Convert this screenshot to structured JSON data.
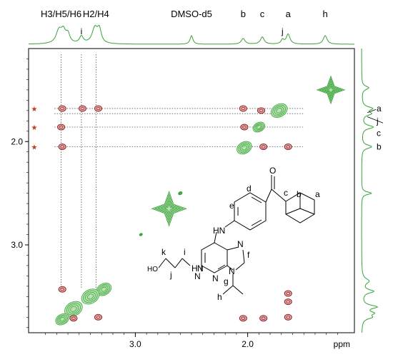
{
  "chart_data": {
    "type": "scatter",
    "subtype": "2D NMR contour (ROESY/NOESY) with 1D projections",
    "x_unit_label": "ppm",
    "x_axis_reversed": true,
    "y_axis_reversed": true,
    "xlim": [
      3.95,
      1.05
    ],
    "ylim": [
      1.1,
      3.85
    ],
    "x_ticks": [
      {
        "v": 3.0,
        "label": "3.0"
      },
      {
        "v": 2.0,
        "label": "2.0"
      }
    ],
    "y_ticks": [
      {
        "v": 2.0,
        "label": "2.0"
      },
      {
        "v": 3.0,
        "label": "3.0"
      }
    ],
    "top_projection_labels": [
      {
        "text": "H3/H5/H6",
        "x": 3.66
      },
      {
        "text": "H2/H4",
        "x": 3.35
      },
      {
        "text": "i",
        "x": 3.48
      },
      {
        "text": "DMSO-d5",
        "x": 2.5
      },
      {
        "text": "b",
        "x": 2.04
      },
      {
        "text": "c",
        "x": 1.87
      },
      {
        "text": "j",
        "x": 1.69
      },
      {
        "text": "a",
        "x": 1.64
      },
      {
        "text": "h",
        "x": 1.31
      }
    ],
    "right_projection_labels": [
      {
        "text": "a",
        "y": 1.68
      },
      {
        "text": "j",
        "y": 1.8
      },
      {
        "text": "c",
        "y": 1.92
      },
      {
        "text": "b",
        "y": 2.05
      }
    ],
    "star_marker": "★",
    "star_rows": [
      1.68,
      1.86,
      2.05
    ],
    "peaks_green": [
      {
        "x": 1.26,
        "y": 1.5,
        "size": 1.2,
        "shape": "star"
      },
      {
        "x": 1.72,
        "y": 1.7,
        "size": 1.1
      },
      {
        "x": 1.9,
        "y": 1.86,
        "size": 0.8
      },
      {
        "x": 2.03,
        "y": 2.06,
        "size": 1.0
      },
      {
        "x": 2.7,
        "y": 2.65,
        "size": 1.5,
        "shape": "star"
      },
      {
        "x": 2.6,
        "y": 2.5,
        "size": 0.25
      },
      {
        "x": 2.95,
        "y": 2.9,
        "size": 0.2
      },
      {
        "x": 3.28,
        "y": 3.43,
        "size": 1.0
      },
      {
        "x": 3.4,
        "y": 3.5,
        "size": 1.2
      },
      {
        "x": 3.55,
        "y": 3.62,
        "size": 1.2
      },
      {
        "x": 3.65,
        "y": 3.72,
        "size": 0.9
      }
    ],
    "peaks_red": [
      {
        "x": 3.65,
        "y": 1.68
      },
      {
        "x": 3.47,
        "y": 1.68
      },
      {
        "x": 3.33,
        "y": 1.68
      },
      {
        "x": 2.04,
        "y": 1.68
      },
      {
        "x": 1.88,
        "y": 1.7
      },
      {
        "x": 3.66,
        "y": 1.86
      },
      {
        "x": 2.03,
        "y": 1.86
      },
      {
        "x": 3.65,
        "y": 2.05
      },
      {
        "x": 1.86,
        "y": 2.05
      },
      {
        "x": 1.64,
        "y": 2.05
      },
      {
        "x": 3.65,
        "y": 3.43
      },
      {
        "x": 1.64,
        "y": 3.47
      },
      {
        "x": 1.64,
        "y": 3.55
      },
      {
        "x": 3.33,
        "y": 3.7
      },
      {
        "x": 3.55,
        "y": 3.71
      },
      {
        "x": 2.04,
        "y": 3.71
      },
      {
        "x": 1.86,
        "y": 3.71
      },
      {
        "x": 1.64,
        "y": 3.7
      }
    ],
    "dotted_vertical_x": [
      3.66,
      3.48,
      3.35
    ],
    "dotted_horizontal_y": [
      1.68,
      1.73,
      1.86,
      2.05
    ],
    "molecule_labels": {
      "a": "a",
      "b": "b",
      "c": "c",
      "d": "d",
      "e": "e",
      "f": "f",
      "g": "g",
      "h": "h",
      "i": "i",
      "j": "j",
      "k": "k",
      "O": "O",
      "HN": "HN",
      "H": "H",
      "N": "N",
      "HO": "HO"
    },
    "colors": {
      "green": "#3aa33a",
      "red": "#8b1a1a",
      "axis": "#000000",
      "dotted": "#555555"
    }
  }
}
